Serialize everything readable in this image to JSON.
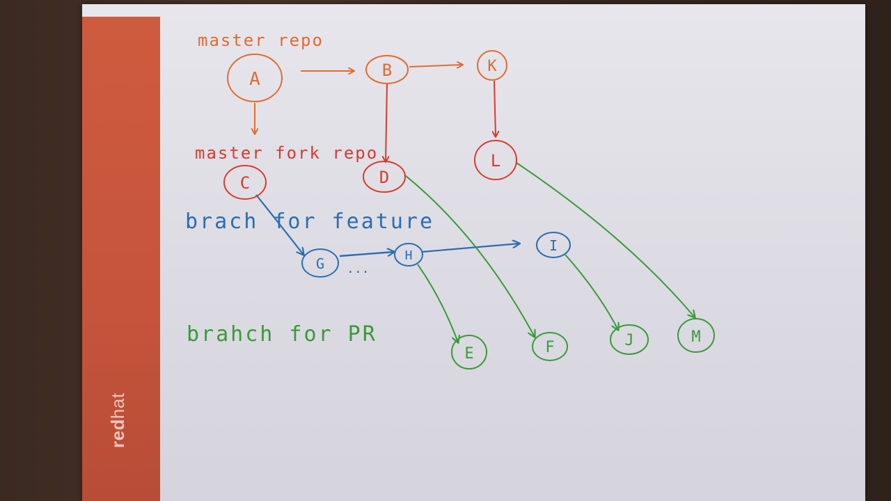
{
  "logo": {
    "bold": "red",
    "light": "hat"
  },
  "labels": {
    "master_repo": "master repo",
    "master_fork_repo": "master fork repo",
    "branch_feature": "brach for feature",
    "branch_pr": "brahch for PR",
    "ellipsis": "..."
  },
  "nodes": {
    "A": "A",
    "B": "B",
    "K": "K",
    "C": "C",
    "D": "D",
    "L": "L",
    "G": "G",
    "H": "H",
    "I": "I",
    "E": "E",
    "F": "F",
    "J": "J",
    "M": "M"
  },
  "colors": {
    "orange": "#e46a2e",
    "red": "#d83a2e",
    "blue": "#2a6db0",
    "green": "#3a9a3a",
    "band": "#c9573c"
  }
}
